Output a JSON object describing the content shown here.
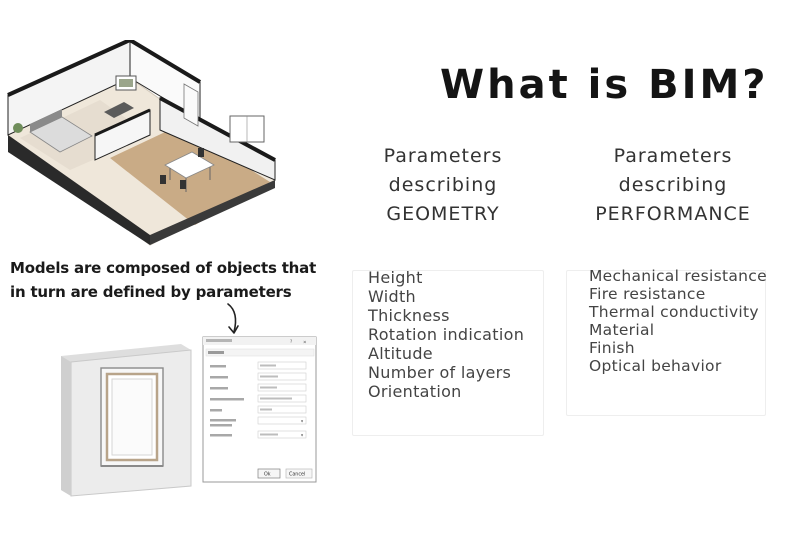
{
  "title": "What is BIM?",
  "geometry": {
    "heading": [
      "Parameters",
      "describing",
      "GEOMETRY"
    ],
    "items": [
      "Height",
      "Width",
      "Thickness",
      "Rotation indication",
      "Altitude",
      "Number of layers",
      "Orientation"
    ]
  },
  "performance": {
    "heading": [
      "Parameters",
      "describing",
      "PERFORMANCE"
    ],
    "items": [
      "Mechanical resistance",
      "Fire resistance",
      "Thermal conductivity",
      "Material",
      "Finish",
      "Optical behavior"
    ]
  },
  "caption": [
    "Models are composed of objects that",
    "in turn are defined by parameters"
  ],
  "dialog": {
    "ok": "Ok",
    "cancel": "Cancel"
  }
}
